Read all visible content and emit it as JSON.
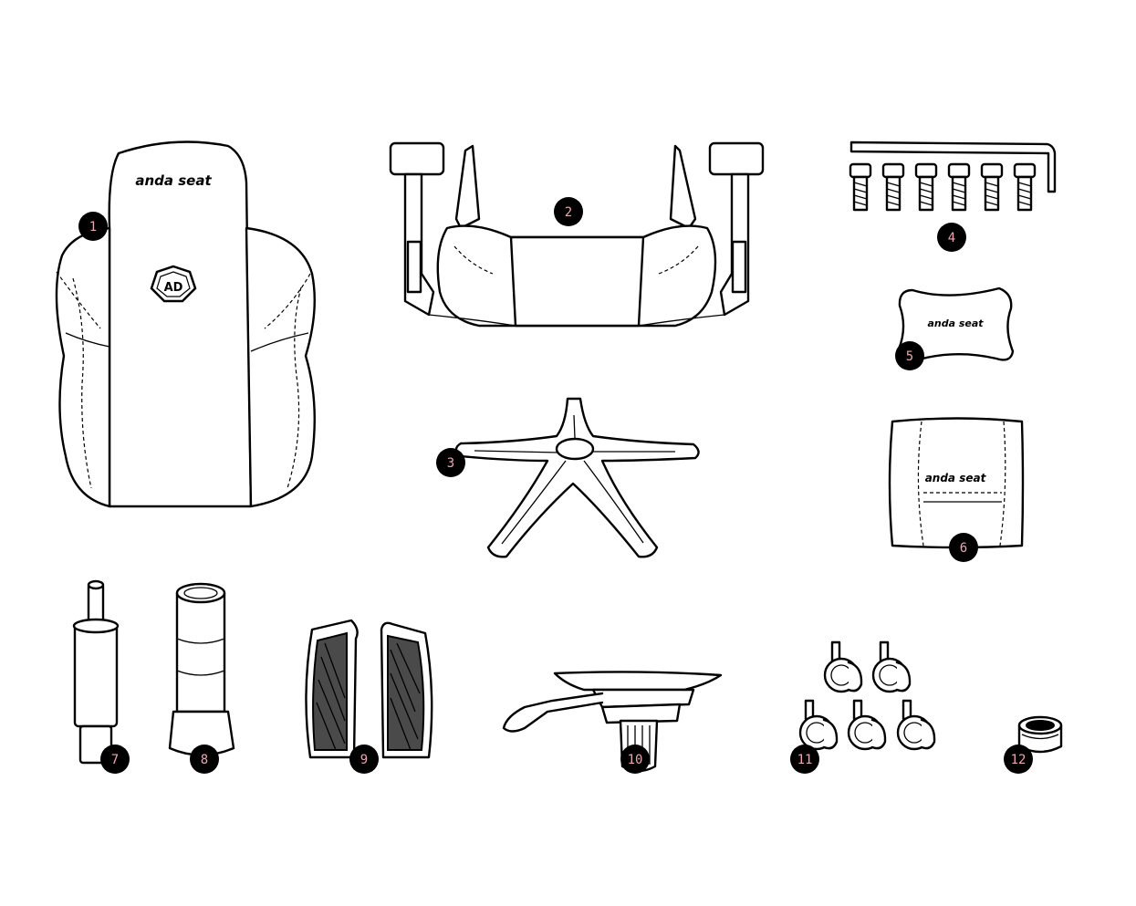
{
  "brand": {
    "name": "anda seat",
    "emblem_letters": "AD"
  },
  "parts": [
    {
      "number": "1",
      "name": "Backrest"
    },
    {
      "number": "2",
      "name": "Seat with armrests"
    },
    {
      "number": "3",
      "name": "Five-star base"
    },
    {
      "number": "4",
      "name": "Screws and hex key"
    },
    {
      "number": "5",
      "name": "Headrest pillow"
    },
    {
      "number": "6",
      "name": "Lumbar pillow"
    },
    {
      "number": "7",
      "name": "Gas lift cylinder"
    },
    {
      "number": "8",
      "name": "Cylinder cover"
    },
    {
      "number": "9",
      "name": "Side covers"
    },
    {
      "number": "10",
      "name": "Tilt mechanism"
    },
    {
      "number": "11",
      "name": "Casters"
    },
    {
      "number": "12",
      "name": "Screw cap"
    }
  ],
  "colors": {
    "line": "#000000",
    "badge": "#000000",
    "badge_number": "#e8a8b0"
  }
}
